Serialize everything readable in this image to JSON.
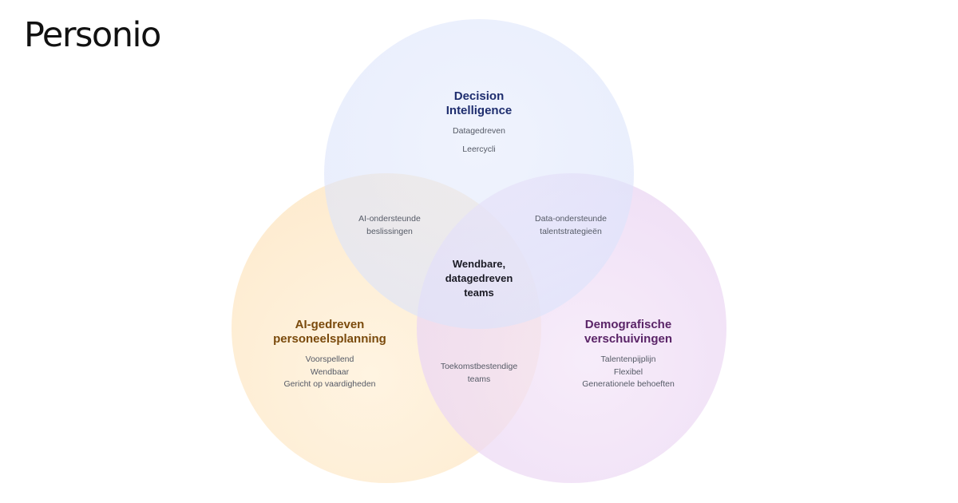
{
  "brand": {
    "logo_text": "Personio"
  },
  "diagram": {
    "type": "venn",
    "circles": [
      {
        "id": "top",
        "title_lines": [
          "Decision",
          "Intelligence"
        ],
        "items": [
          "Datagedreven",
          "Leercycli"
        ],
        "color": "#dde6fb",
        "title_color": "#1e2d6e"
      },
      {
        "id": "left",
        "title_lines": [
          "AI-gedreven",
          "personeelsplanning"
        ],
        "items": [
          "Voorspellend",
          "Wendbaar",
          "Gericht op vaardigheden"
        ],
        "color": "#fdeccd",
        "title_color": "#7a4a0c"
      },
      {
        "id": "right",
        "title_lines": [
          "Demografische",
          "verschuivingen"
        ],
        "items": [
          "Talentenpijplijn",
          "Flexibel",
          "Generationele behoeften"
        ],
        "color": "#eedaf5",
        "title_color": "#5a2467"
      }
    ],
    "overlaps": {
      "top_left": [
        "AI-ondersteunde",
        "beslissingen"
      ],
      "top_right": [
        "Data-ondersteunde",
        "talentstrategieën"
      ],
      "left_right": [
        "Toekomstbestendige",
        "teams"
      ],
      "center": [
        "Wendbare,",
        "datagedreven",
        "teams"
      ]
    }
  }
}
